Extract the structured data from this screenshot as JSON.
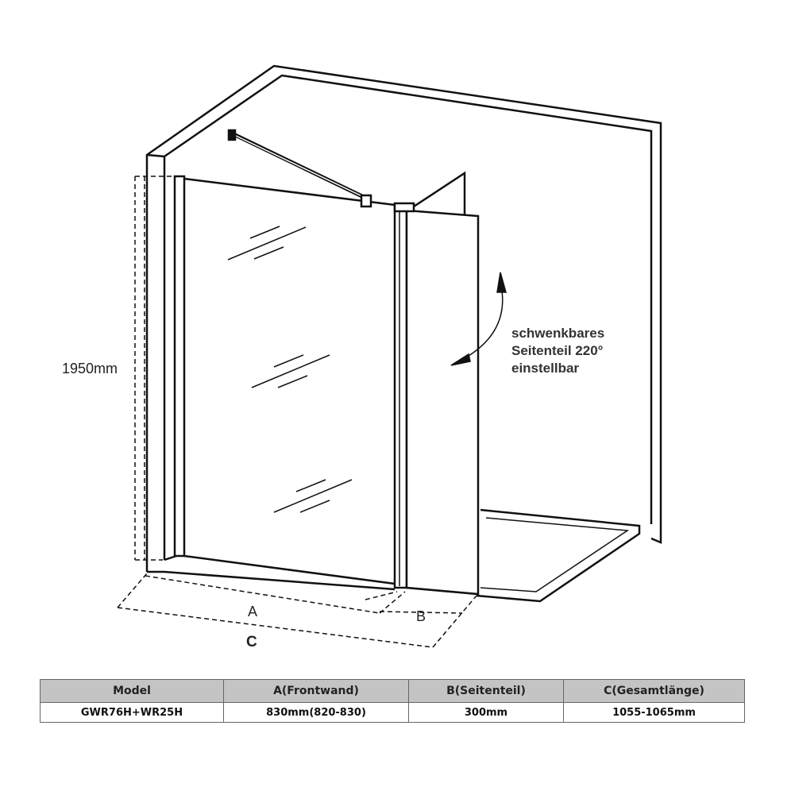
{
  "diagram": {
    "height_label": "1950mm",
    "dim_a": "A",
    "dim_b": "B",
    "dim_c": "C",
    "note": [
      "schwenkbares",
      "Seitenteil 220°",
      "einstellbar"
    ]
  },
  "table": {
    "headers": [
      "Model",
      "A(Frontwand)",
      "B(Seitenteil)",
      "C(Gesamtlänge)"
    ],
    "rows": [
      [
        "GWR76H+WR25H",
        "830mm(820-830)",
        "300mm",
        "1055-1065mm"
      ]
    ]
  }
}
